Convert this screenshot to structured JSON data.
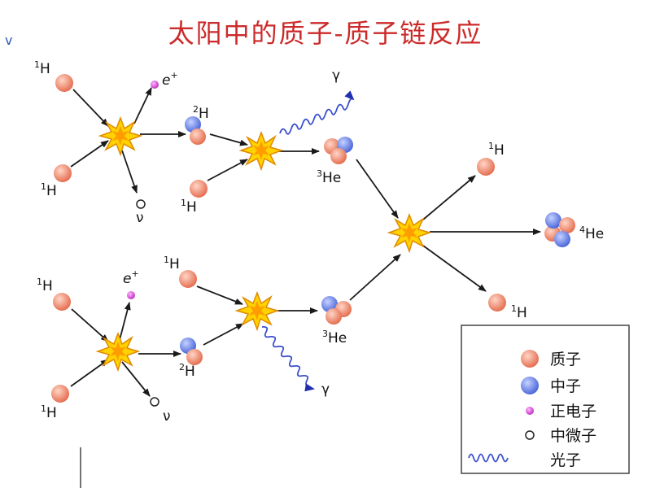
{
  "title": "太阳中的质子-质子链反应",
  "corner_mark": "v",
  "colors": {
    "proton": "#ef8c72",
    "neutron": "#6f86e4",
    "positron": "#d24fd6",
    "photon": "#3a4fcf",
    "arrow": "#1a1a1a",
    "flash": "#ffd200",
    "title": "#cc2a2a"
  },
  "labels": {
    "h1": {
      "sup": "1",
      "base": "H"
    },
    "h2": {
      "sup": "2",
      "base": "H"
    },
    "he3": {
      "sup": "3",
      "base": "He"
    },
    "he4": {
      "sup": "4",
      "base": "He"
    },
    "positron": {
      "base": "e",
      "sup": "+"
    },
    "neutrino": "ν",
    "gamma": "γ"
  },
  "legend": {
    "items": [
      {
        "label": "质子",
        "icon": "proton-icon"
      },
      {
        "label": "中子",
        "icon": "neutron-icon"
      },
      {
        "label": "正电子",
        "icon": "positron-icon"
      },
      {
        "label": "中微子",
        "icon": "neutrino-icon"
      },
      {
        "label": "光子",
        "icon": "photon-icon"
      }
    ]
  }
}
